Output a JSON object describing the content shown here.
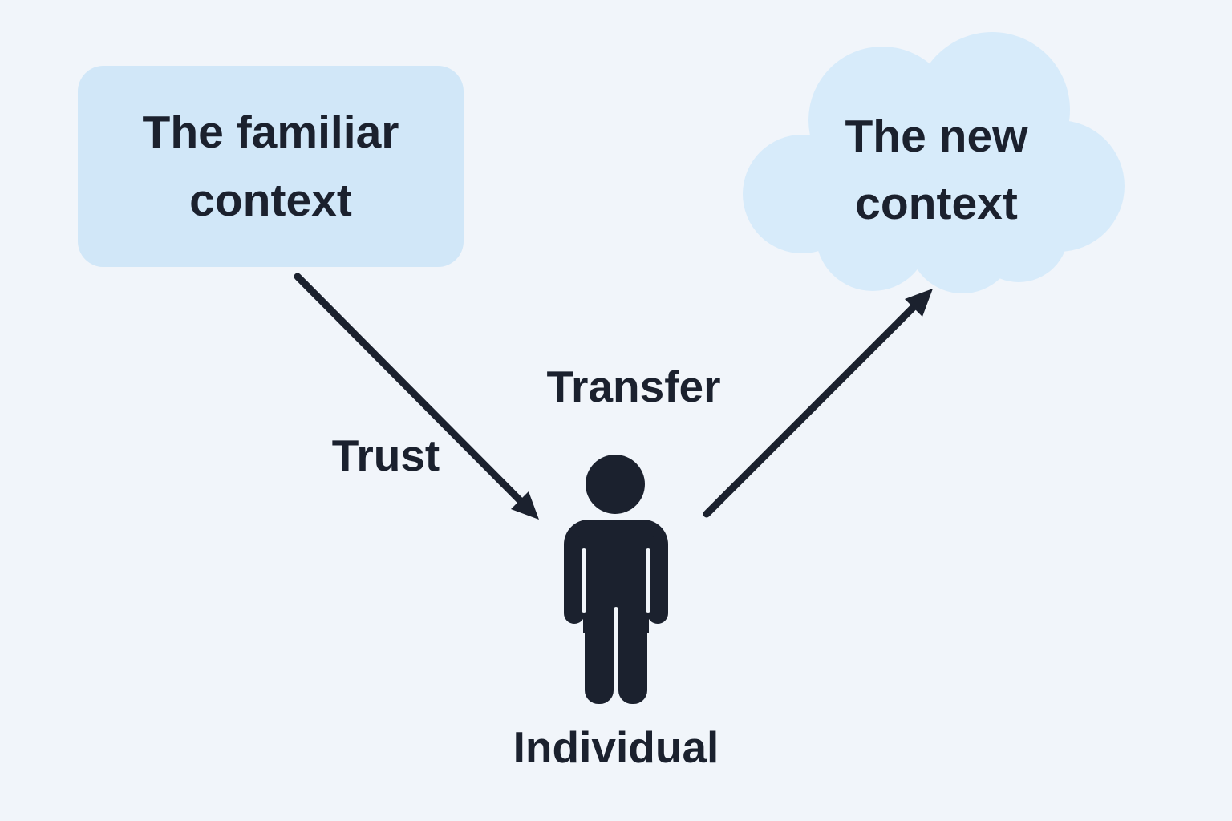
{
  "diagram": {
    "familiar_box": {
      "label": "The familiar context"
    },
    "new_cloud": {
      "label": "The new context"
    },
    "trust_arrow": {
      "label": "Trust"
    },
    "transfer_arrow": {
      "label": "Transfer"
    },
    "individual": {
      "label": "Individual"
    },
    "colors": {
      "background": "#f1f5fa",
      "box_fill": "#d1e7f8",
      "cloud_fill": "#d7ebfa",
      "ink": "#1b212e"
    }
  }
}
